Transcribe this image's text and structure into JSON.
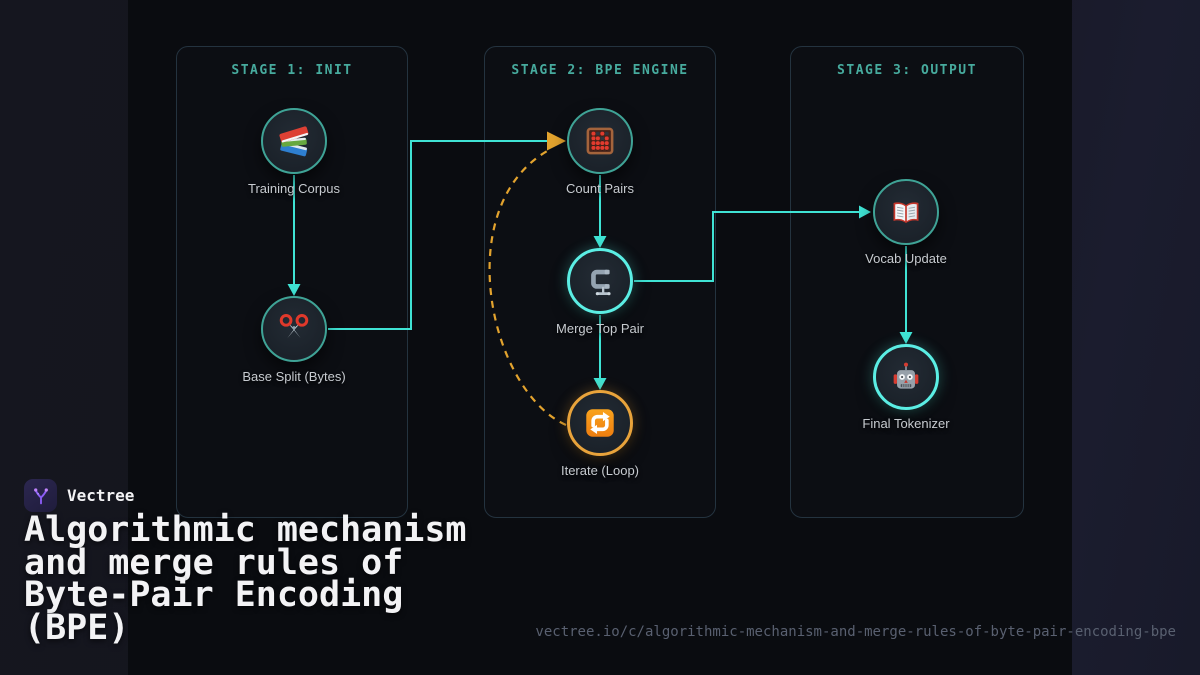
{
  "brand": {
    "name": "Vectree",
    "logo_icon": "vectree-logo-icon"
  },
  "card": {
    "title_lines": [
      "Algorithmic mechanism",
      "and merge rules of",
      "Byte-Pair Encoding",
      "(BPE)"
    ],
    "url": "vectree.io/c/algorithmic-mechanism-and-merge-rules-of-byte-pair-encoding-bpe"
  },
  "diagram": {
    "stages": [
      {
        "title": "STAGE 1: INIT",
        "nodes": [
          {
            "id": "training-corpus",
            "label": "Training Corpus",
            "icon": "books-icon",
            "variant": "teal"
          },
          {
            "id": "base-split",
            "label": "Base Split (Bytes)",
            "icon": "scissors-icon",
            "variant": "teal"
          }
        ]
      },
      {
        "title": "STAGE 2: BPE ENGINE",
        "nodes": [
          {
            "id": "count-pairs",
            "label": "Count Pairs",
            "icon": "abacus-icon",
            "variant": "teal"
          },
          {
            "id": "merge-top-pair",
            "label": "Merge Top Pair",
            "icon": "clamp-icon",
            "variant": "bright-cyan"
          },
          {
            "id": "iterate-loop",
            "label": "Iterate (Loop)",
            "icon": "loop-icon",
            "variant": "orange"
          }
        ]
      },
      {
        "title": "STAGE 3: OUTPUT",
        "nodes": [
          {
            "id": "vocab-update",
            "label": "Vocab Update",
            "icon": "open-book-icon",
            "variant": "teal"
          },
          {
            "id": "final-tokenizer",
            "label": "Final Tokenizer",
            "icon": "robot-icon",
            "variant": "bright-cyan"
          }
        ]
      }
    ],
    "edges": [
      {
        "from": "training-corpus",
        "to": "base-split",
        "style": "solid"
      },
      {
        "from": "base-split",
        "to": "count-pairs",
        "style": "solid"
      },
      {
        "from": "count-pairs",
        "to": "merge-top-pair",
        "style": "solid"
      },
      {
        "from": "merge-top-pair",
        "to": "iterate-loop",
        "style": "solid"
      },
      {
        "from": "merge-top-pair",
        "to": "vocab-update",
        "style": "solid"
      },
      {
        "from": "vocab-update",
        "to": "final-tokenizer",
        "style": "solid"
      },
      {
        "from": "iterate-loop",
        "to": "count-pairs",
        "style": "dashed-loop"
      }
    ],
    "colors": {
      "edge": "#3fe3d4",
      "loop_edge": "#e3a32e",
      "node_border_teal": "#3fa396",
      "node_border_highlight": "#5beee4",
      "node_border_orange": "#e8a33b",
      "stage_title": "#47ab9e",
      "canvas_bg": "#0a0c10"
    }
  }
}
